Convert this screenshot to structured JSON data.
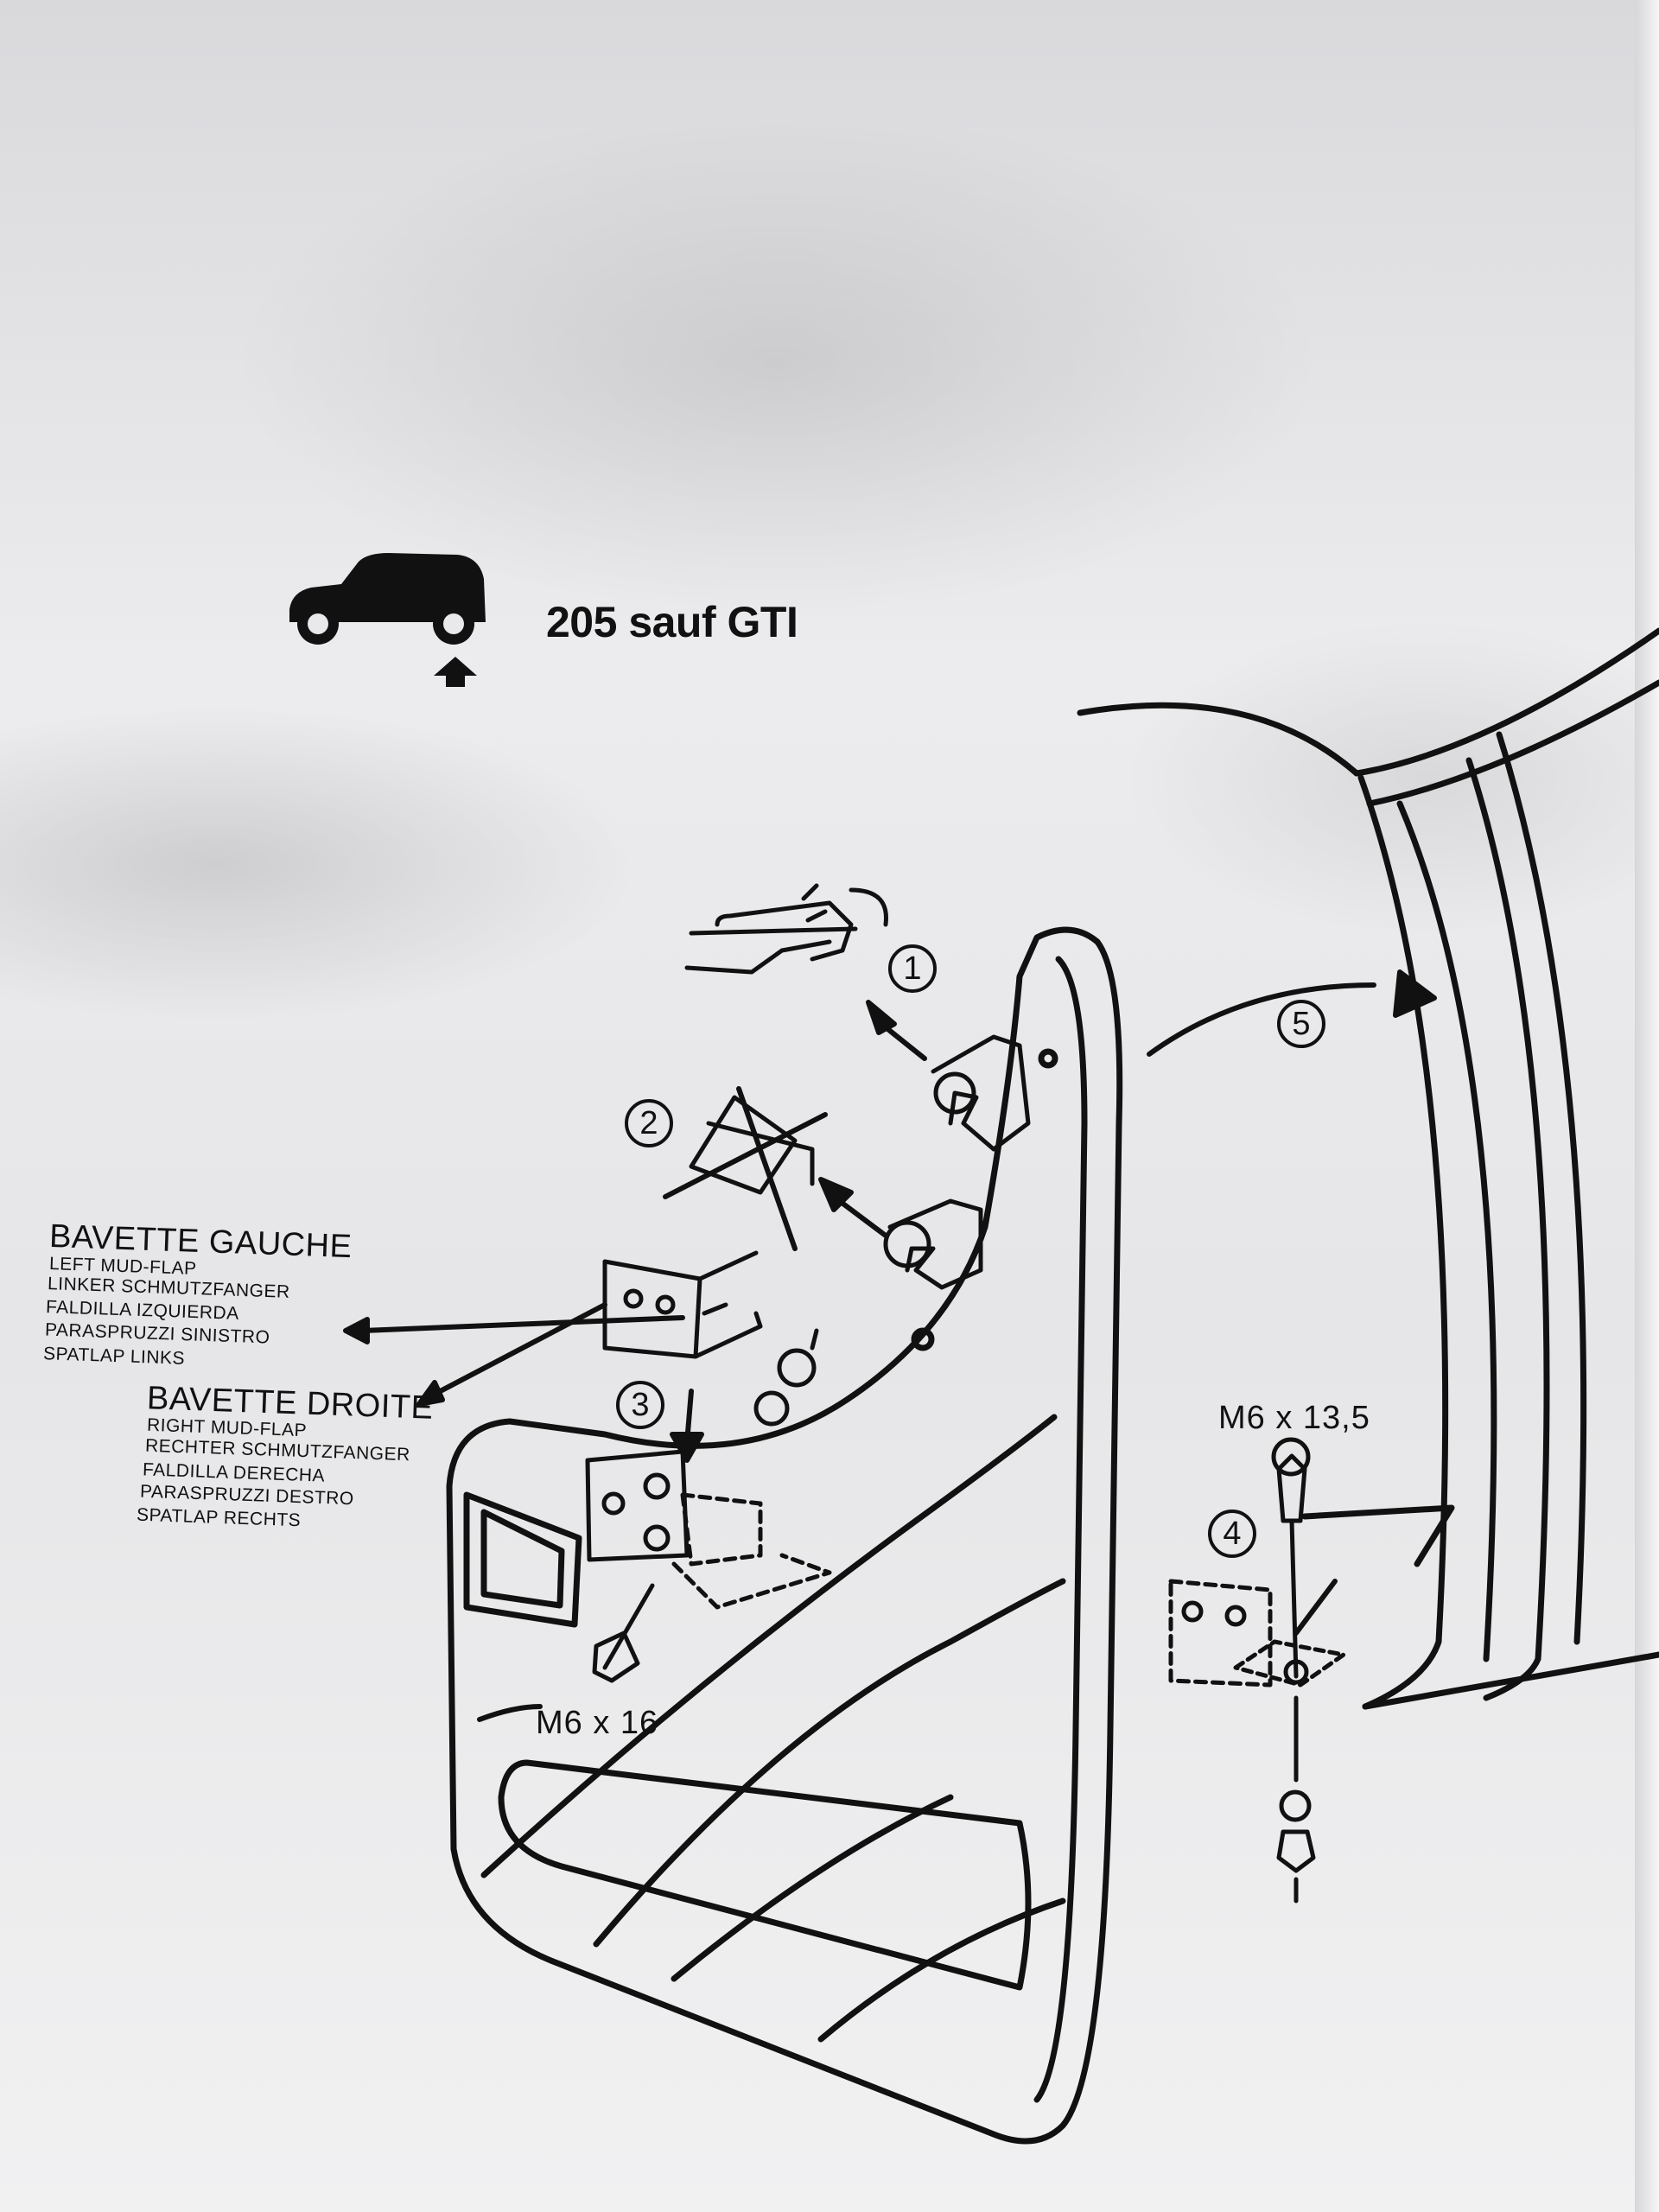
{
  "header": {
    "title": "205 sauf GTI",
    "car_icon": "car-side-icon",
    "arrow_icon": "up-arrow-icon"
  },
  "steps": [
    "1",
    "2",
    "3",
    "4",
    "5"
  ],
  "left_flap": {
    "heading": "BAVETTE GAUCHE",
    "lines": [
      "LEFT MUD-FLAP",
      "LINKER SCHMUTZFANGER",
      "FALDILLA IZQUIERDA",
      "PARASPRUZZI SINISTRO",
      "SPATLAP LINKS"
    ]
  },
  "right_flap": {
    "heading": "BAVETTE DROITE",
    "lines": [
      "RIGHT MUD-FLAP",
      "RECHTER SCHMUTZFANGER",
      "FALDILLA DERECHA",
      "PARASPRUZZI DESTRO",
      "SPATLAP RECHTS"
    ]
  },
  "fasteners": {
    "bolt_a": "M6 x 16",
    "bolt_b": "M6 x 13,5"
  },
  "colors": {
    "ink": "#111111",
    "paper": "#e9e9eb"
  }
}
